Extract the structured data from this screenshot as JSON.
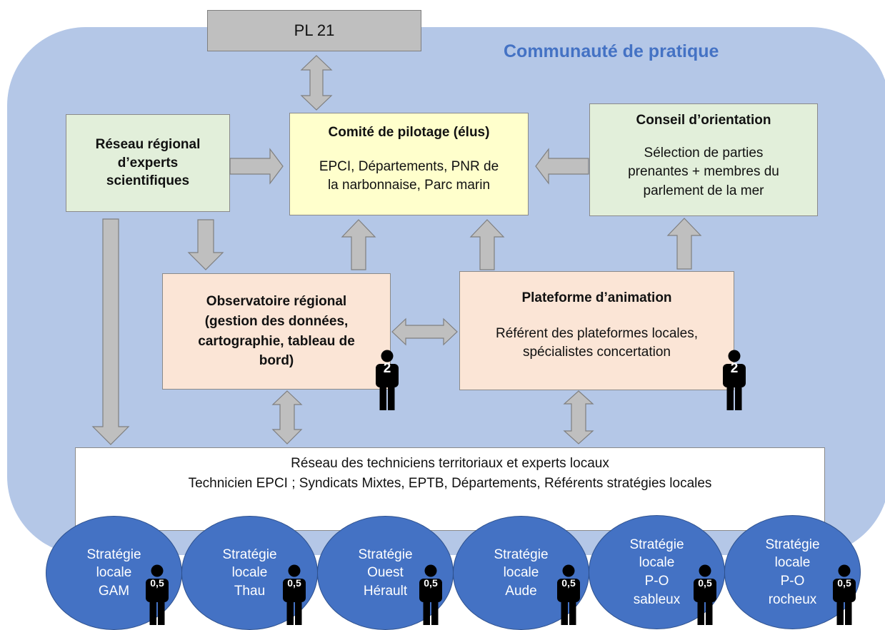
{
  "community_title": "Communauté de pratique",
  "pl21": "PL 21",
  "reseau_regional": "Réseau régional\nd’experts\nscientifiques",
  "comite": {
    "title": "Comité de pilotage (élus)",
    "body": "EPCI, Départements, PNR de\nla narbonnaise, Parc marin"
  },
  "conseil": {
    "title": "Conseil d’orientation",
    "body": "Sélection de parties\nprenantes + membres du\nparlement de la mer"
  },
  "observatoire": "Observatoire régional\n(gestion des données,\ncartographie, tableau de\nbord)",
  "plateforme": {
    "title": "Plateforme d’animation",
    "body": "Référent des plateformes locales,\nspécialistes concertation"
  },
  "techniciens": {
    "line1": "Réseau des techniciens territoriaux et experts locaux",
    "line2": "Technicien EPCI ; Syndicats Mixtes, EPTB, Départements, Référents stratégies locales"
  },
  "staff": {
    "observatoire": "2",
    "plateforme": "2",
    "strategies": [
      "0,5",
      "0,5",
      "0,5",
      "0,5",
      "0,5",
      "0,5"
    ]
  },
  "strategies": [
    "Stratégie\nlocale\nGAM",
    "Stratégie\nlocale\nThau",
    "Stratégie\nOuest\nHérault",
    "Stratégie\nlocale\nAude",
    "Stratégie\nlocale\nP-O\nsableux",
    "Stratégie\nlocale\nP-O\nrocheux"
  ],
  "colors": {
    "community_bg": "#b4c7e7",
    "community_title": "#4472c4",
    "green_box": "#e2efda",
    "yellow_box": "#ffffcc",
    "salmon_box": "#fbe5d6",
    "pl21_box": "#bfbfbf",
    "strategy_circle": "#4472c4",
    "arrow_fill": "#bfbfbf",
    "person_icon": "#000000"
  },
  "icons": [
    "person-icon",
    "double-arrow-icon",
    "arrow-right-icon",
    "arrow-left-icon",
    "arrow-up-icon",
    "arrow-down-icon"
  ]
}
